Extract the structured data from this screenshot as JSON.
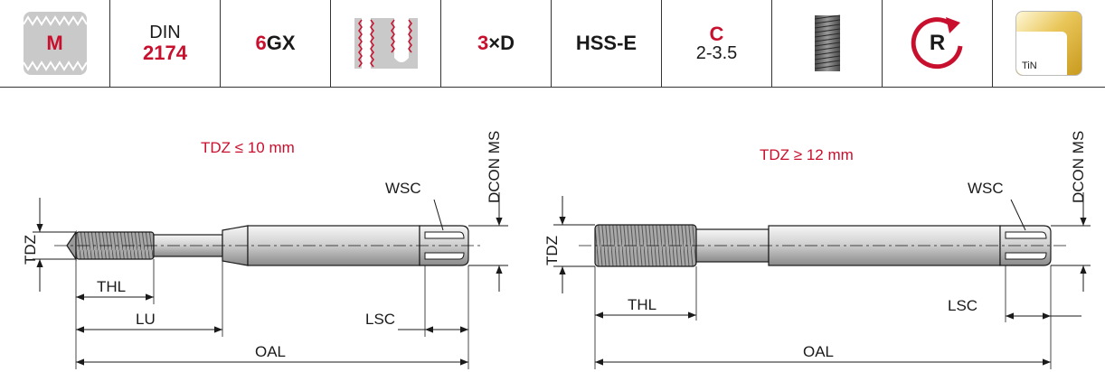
{
  "header": {
    "thread_type": "M",
    "standard": {
      "line1": "DIN",
      "line2": "2174"
    },
    "tolerance": {
      "prefix": "6",
      "suffix": "GX"
    },
    "thread_depth": {
      "prefix": "3",
      "suffix": "×D"
    },
    "material": "HSS-E",
    "chamfer": {
      "line1": "C",
      "line2": "2-3.5"
    },
    "rotation": "R",
    "coating": "TiN"
  },
  "diagram": {
    "left": {
      "caption": "TDZ ≤ 10 mm",
      "labels": {
        "tdz": "TDZ",
        "wsc": "WSC",
        "dcon": "DCON MS",
        "thl": "THL",
        "lu": "LU",
        "lsc": "LSC",
        "oal": "OAL"
      }
    },
    "right": {
      "caption": "TDZ ≥ 12 mm",
      "labels": {
        "tdz": "TDZ",
        "wsc": "WSC",
        "dcon": "DCON MS",
        "thl": "THL",
        "lsc": "LSC",
        "oal": "OAL"
      }
    }
  },
  "colors": {
    "accent": "#c8102e",
    "line": "#1a1a1a",
    "tile_grey": "#b9b9b9",
    "tin_gold": "#d9b23a"
  }
}
